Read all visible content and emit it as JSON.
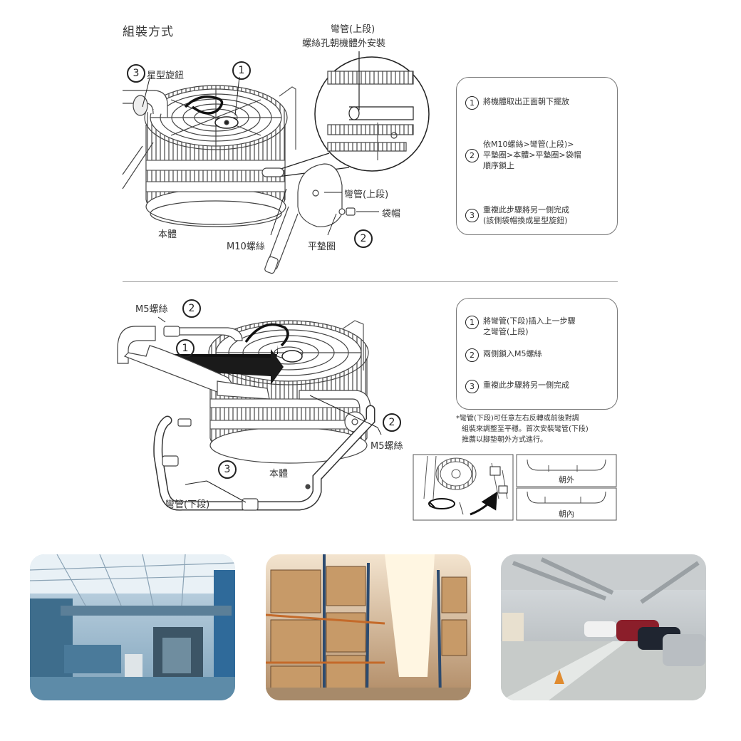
{
  "title": "組裝方式",
  "top_section": {
    "callout_bend_upper": [
      "彎管(上段)",
      "螺絲孔朝機體外安裝"
    ],
    "knob_label": "星型旋鈕",
    "body_label": "本體",
    "screw_label": "M10螺絲",
    "washer_label": "平墊圈",
    "pipe_upper_label": "彎管(上段)",
    "cap_label": "袋帽",
    "markers": [
      "1",
      "2",
      "3"
    ],
    "steps": [
      {
        "num": "1",
        "lines": [
          "將機體取出正面朝下擺放"
        ]
      },
      {
        "num": "2",
        "lines": [
          "依M10螺絲>彎管(上段)>",
          "平墊圈>本體>平墊圈>袋帽",
          "順序鎖上"
        ]
      },
      {
        "num": "3",
        "lines": [
          "重複此步驟將另一側完成",
          "(該側袋帽換成星型旋鈕)"
        ]
      }
    ]
  },
  "bottom_section": {
    "m5_top_label": "M5螺絲",
    "m5_right_label": "M5螺絲",
    "body_label": "本體",
    "pipe_lower_label": "彎管(下段)",
    "steps": [
      {
        "num": "1",
        "lines": [
          "將彎管(下段)插入上一步驟",
          "之彎管(上段)"
        ]
      },
      {
        "num": "2",
        "lines": [
          "兩側鎖入M5螺絲"
        ]
      },
      {
        "num": "3",
        "lines": [
          "重複此步驟將另一側完成"
        ]
      }
    ],
    "note": [
      "*彎管(下段)可任意左右反轉或前後對調",
      "組裝來調整至平穩。首次安裝彎管(下段)",
      "推薦以腳墊朝外方式進行。"
    ],
    "orientation_out": "朝外",
    "orientation_in": "朝內"
  },
  "photos": [
    {
      "icon": "factory-photo"
    },
    {
      "icon": "warehouse-photo"
    },
    {
      "icon": "parking-garage-photo"
    }
  ]
}
